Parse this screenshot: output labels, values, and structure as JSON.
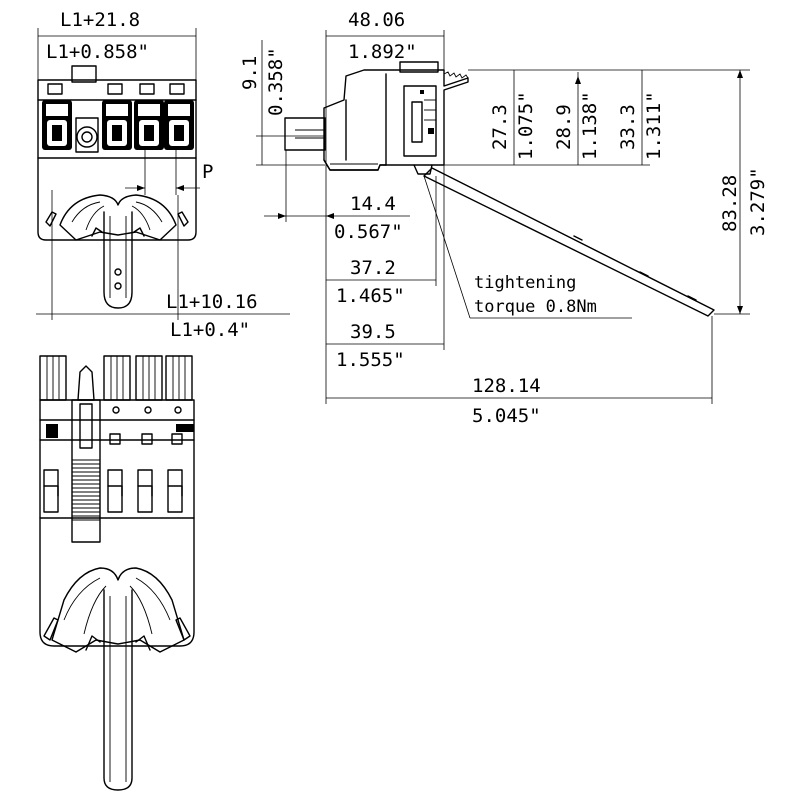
{
  "dimensions": {
    "top_left_width_mm": "L1+21.8",
    "top_left_width_in": "L1+0.858\"",
    "pitch_label": "P",
    "bottom_width_mm": "L1+10.16",
    "bottom_width_in": "L1+0.4\"",
    "side_width_mm": "48.06",
    "side_width_in": "1.892\"",
    "pin_offset_mm": "9.1",
    "pin_offset_in": "0.358\"",
    "h1_mm": "27.3",
    "h1_in": "1.075\"",
    "h2_mm": "28.9",
    "h2_in": "1.138\"",
    "h3_mm": "33.3",
    "h3_in": "1.311\"",
    "total_height_mm": "83.28",
    "total_height_in": "3.279\"",
    "d1_mm": "14.4",
    "d1_in": "0.567\"",
    "d2_mm": "37.2",
    "d2_in": "1.465\"",
    "d3_mm": "39.5",
    "d3_in": "1.555\"",
    "total_length_mm": "128.14",
    "total_length_in": "5.045\""
  },
  "note": {
    "line1": "tightening",
    "line2": "torque 0.8Nm"
  }
}
